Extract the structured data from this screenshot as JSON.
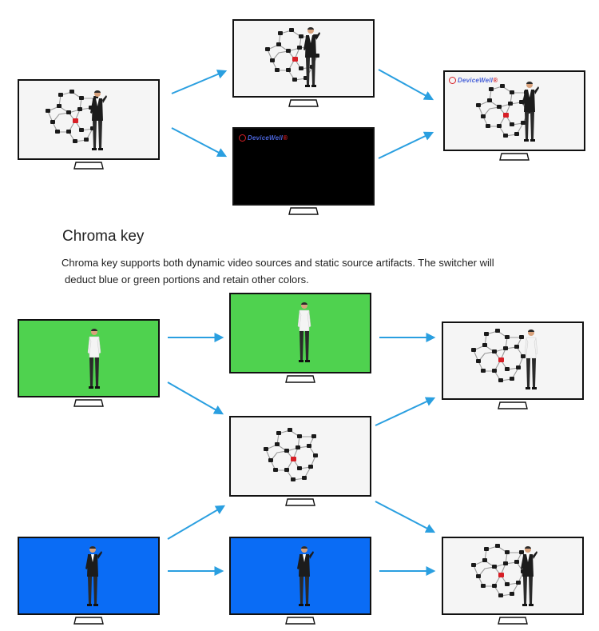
{
  "heading": "Chroma key",
  "description_line1": "Chroma key supports both dynamic video sources and static source artifacts. The switcher will",
  "description_line2": "deduct blue or green portions and retain other colors.",
  "logo_text": "DeviceWell",
  "colors": {
    "green_screen": "#4fd24f",
    "blue_screen": "#0a6cf5",
    "arrow": "#2a9fe0",
    "black_screen": "#000000",
    "white_screen": "#f5f5f5"
  }
}
